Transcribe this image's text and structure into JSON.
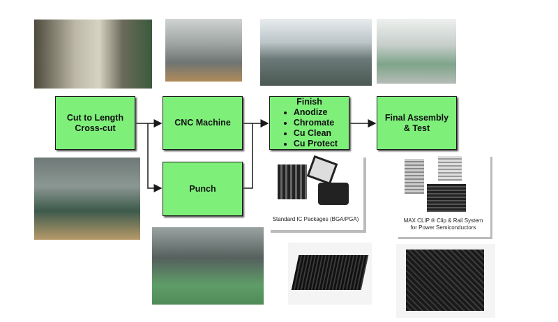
{
  "steps": {
    "cut": {
      "line1": "Cut to Length",
      "line2": "Cross-cut"
    },
    "cnc": {
      "label": "CNC Machine"
    },
    "punch": {
      "label": "Punch"
    },
    "finish": {
      "title": "Finish",
      "items": [
        "Anodize",
        "Chromate",
        "Cu Clean",
        "Cu Protect"
      ]
    },
    "final": {
      "line1": "Final Assembly",
      "line2": "& Test"
    }
  },
  "captions": {
    "ic": "Standard IC Packages (BGA/PGA)",
    "maxclip1": "MAX CLIP ® Clip & Rail System",
    "maxclip2": "for Power Semiconductors"
  },
  "colors": {
    "box_fill": "#7ef07a",
    "arrow": "#1a1a1a"
  }
}
